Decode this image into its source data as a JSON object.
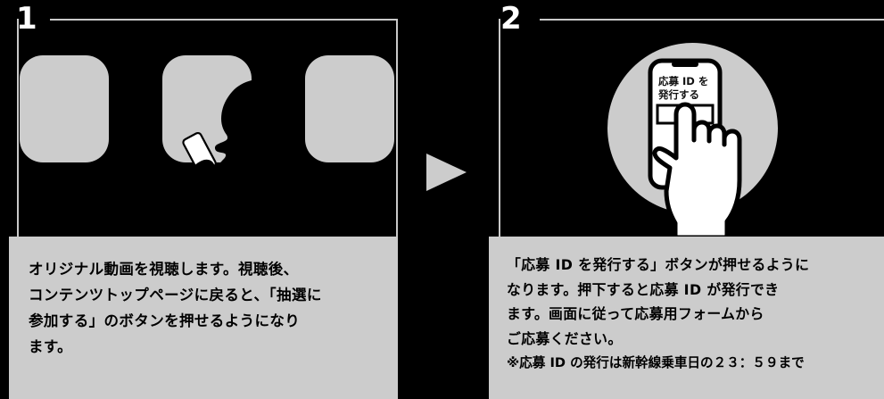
{
  "figure": {
    "background_color": "#000000",
    "panel_fill_color": "#cccccc",
    "text_color": "#000000",
    "frame_line_color": "#c9c9c9",
    "arrow_color": "#cccccc"
  },
  "arrow": {
    "icon": "triangle-right-icon"
  },
  "panels": [
    {
      "number": "1",
      "illustration": {
        "name": "video-watching-illustration",
        "tiles": [
          "blank-tile",
          "person-with-phone-tile",
          "blank-tile"
        ],
        "person_icon": "person-holding-smartphone-silhouette"
      },
      "caption_lines": [
        "オリジナル動画を視聴します。視聴後、",
        "コンテンツトップページに戻ると、「抽選に",
        "参加する」のボタンを押せるようになり",
        "ます。"
      ]
    },
    {
      "number": "2",
      "illustration": {
        "name": "tap-button-illustration",
        "circle_icon": "gray-circle-backdrop",
        "phone_icon": "smartphone-icon",
        "hand_icon": "pointing-hand-icon",
        "phone_screen_lines": [
          "応募 ID を",
          "発行する"
        ],
        "phone_button_label": ""
      },
      "caption_lines": [
        "「応募 ID を発行する」ボタンが押せるように",
        "なります。押下すると応募 ID が発行でき",
        "ます。画面に従って応募用フォームから",
        "ご応募ください。"
      ],
      "caption_note": "※応募 ID の発行は新幹線乗車日の２３：５９まで"
    }
  ]
}
